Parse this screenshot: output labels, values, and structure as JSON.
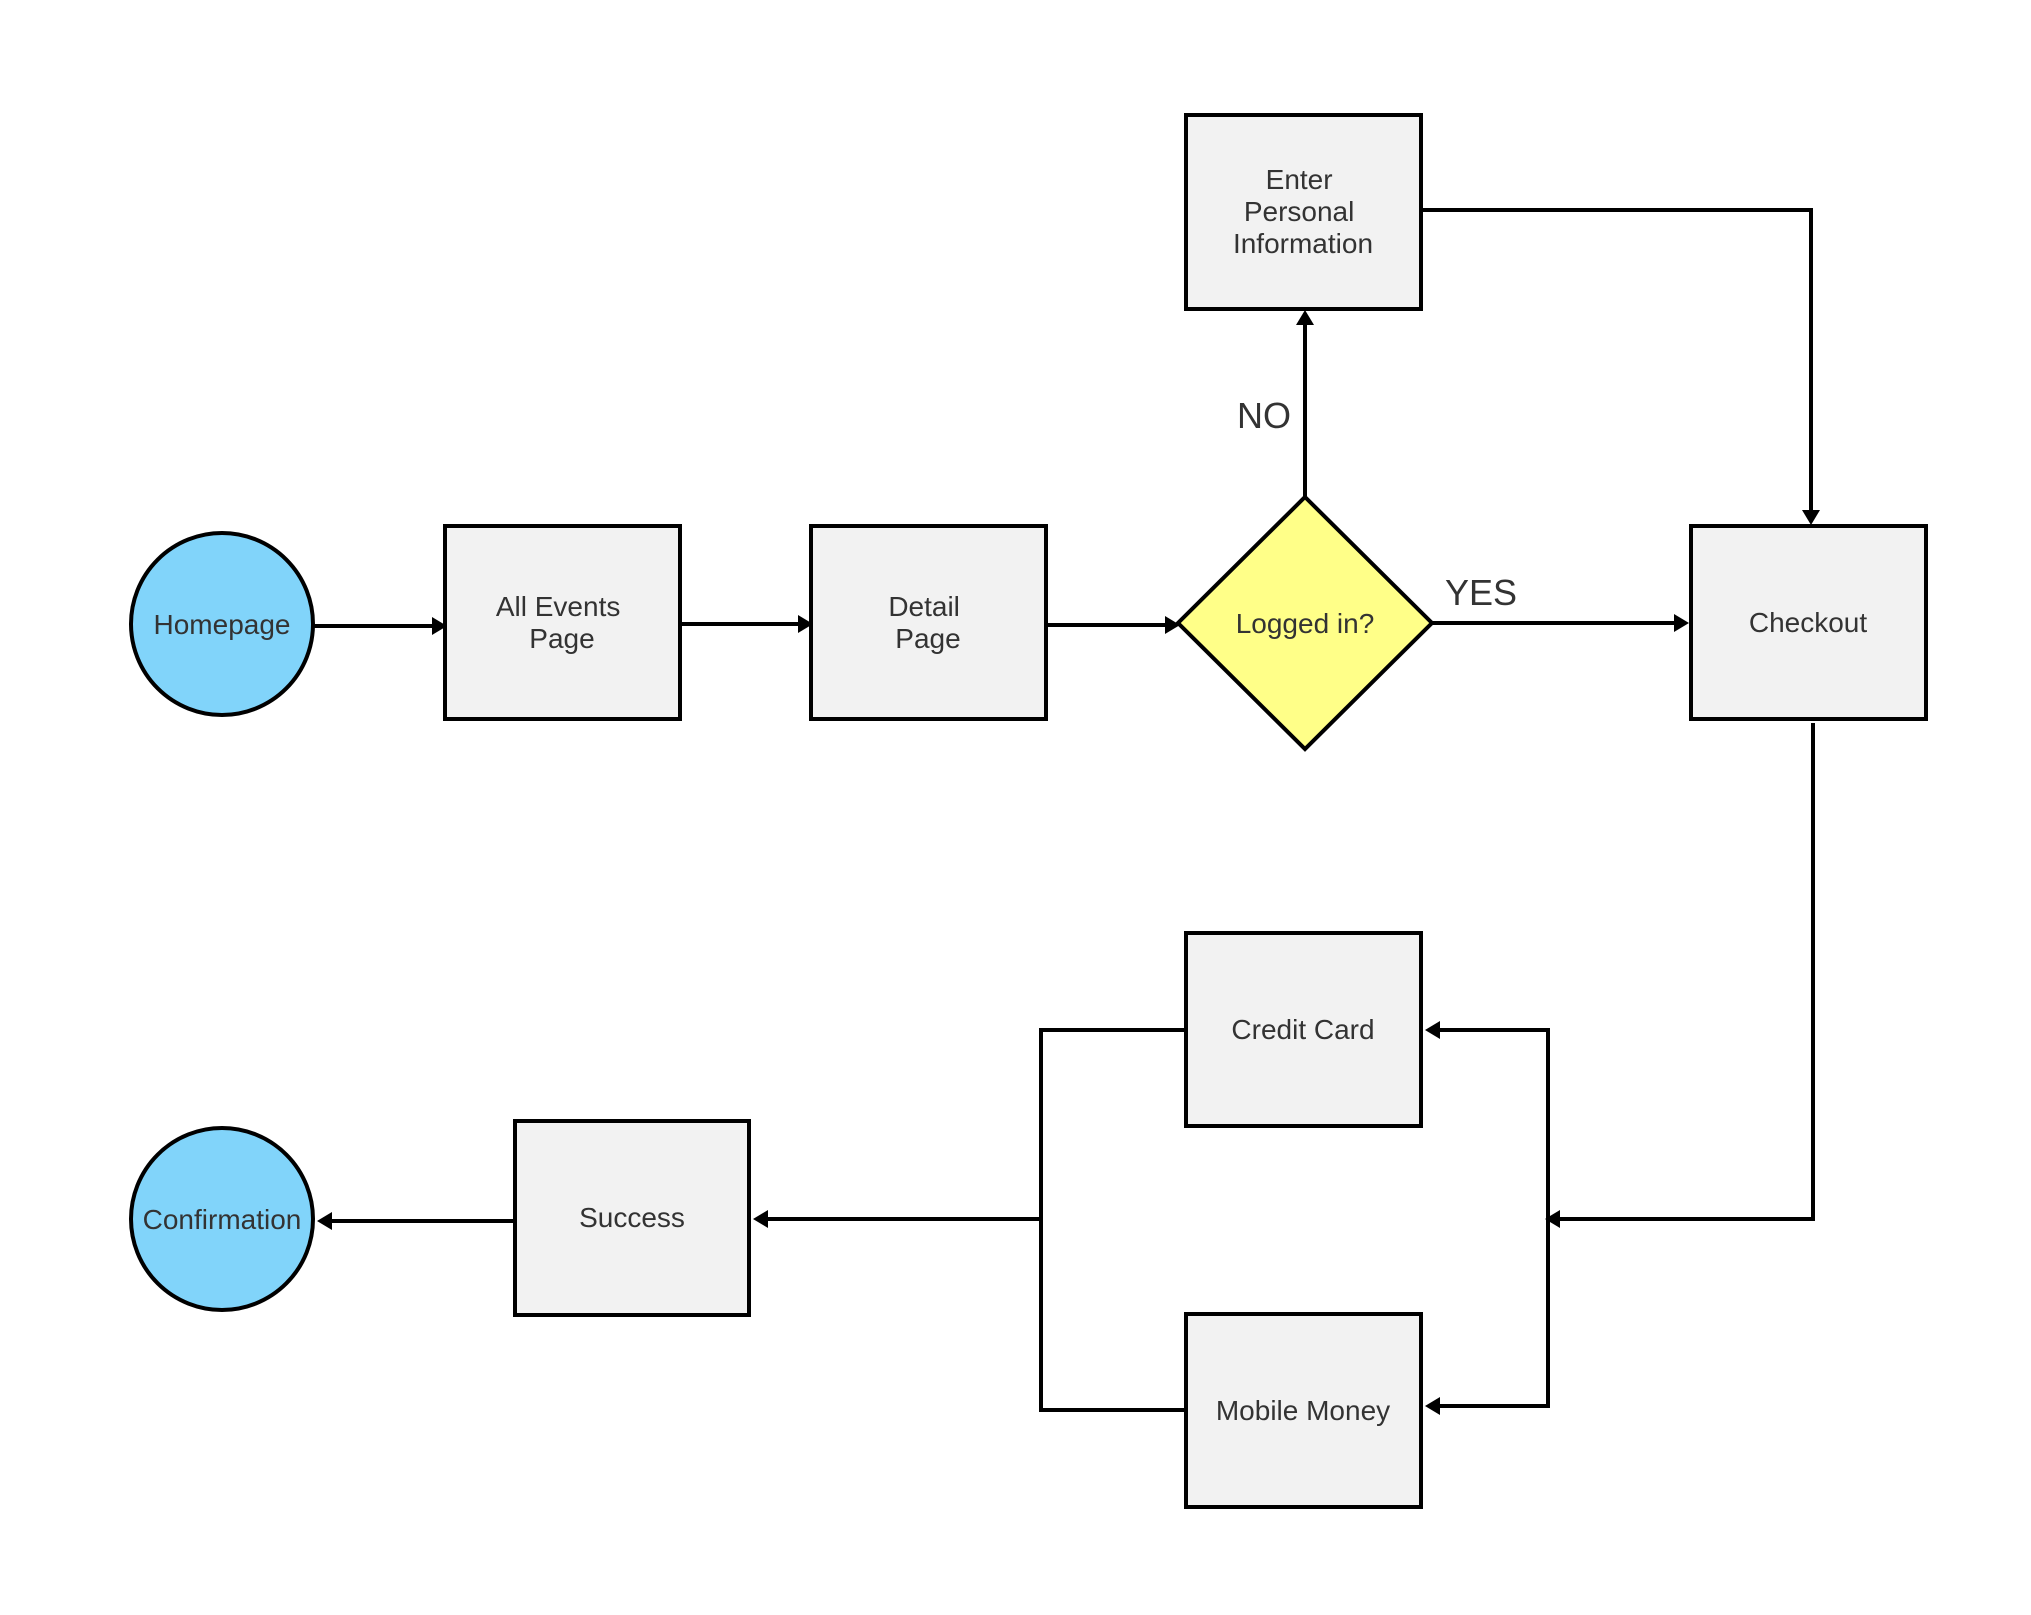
{
  "colors": {
    "terminal_fill": "#81d4fa",
    "process_fill": "#f2f2f2",
    "decision_fill": "#ffff88",
    "stroke": "#000000",
    "text": "#333333"
  },
  "nodes": {
    "homepage": {
      "label": "Homepage"
    },
    "all_events": {
      "lines": [
        "All Events",
        "Page"
      ]
    },
    "detail": {
      "lines": [
        "Detail",
        "Page"
      ]
    },
    "logged_in": {
      "label": "Logged in?"
    },
    "personal_info": {
      "lines": [
        "Enter",
        "Personal",
        "Information"
      ]
    },
    "checkout": {
      "label": "Checkout"
    },
    "credit_card": {
      "label": "Credit Card"
    },
    "mobile_money": {
      "label": "Mobile Money"
    },
    "success": {
      "label": "Success"
    },
    "confirmation": {
      "label": "Confirmation"
    }
  },
  "edges": {
    "no_label": "NO",
    "yes_label": "YES"
  }
}
